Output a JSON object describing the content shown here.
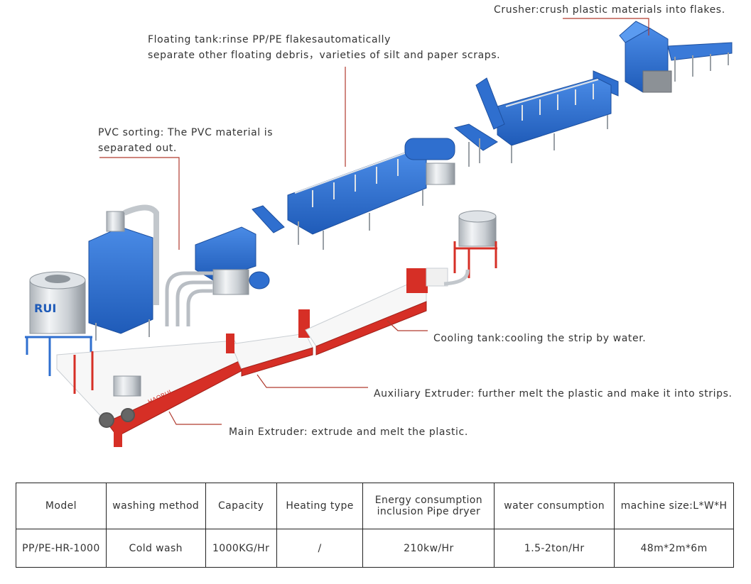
{
  "callouts": {
    "crusher": "Crusher:crush plastic materials into flakes.",
    "floating_line1": "Floating tank:rinse PP/PE flakesautomatically",
    "floating_line2": "separate other floating debris，varieties of silt and paper scraps.",
    "pvc_line1": "PVC sorting: The PVC material is",
    "pvc_line2": "separated out.",
    "cooling": "Cooling tank:cooling the strip by water.",
    "auxiliary": "Auxiliary Extruder: further melt the plastic and make it into strips.",
    "main": "Main Extruder: extrude and melt the plastic."
  },
  "brand": {
    "silo_text": "RUI",
    "extruder_text": "HAORUI"
  },
  "table": {
    "headers": {
      "model": "Model",
      "washing_method": "washing method",
      "capacity": "Capacity",
      "heating_type": "Heating type",
      "energy_line1": "Energy consumption",
      "energy_line2": "inclusion Pipe dryer",
      "water": "water consumption",
      "machine_size": "machine size:L*W*H"
    },
    "row": {
      "model": "PP/PE-HR-1000",
      "washing_method": "Cold wash",
      "capacity": "1000KG/Hr",
      "heating_type": "/",
      "energy": "210kw/Hr",
      "water": "1.5-2ton/Hr",
      "machine_size": "48m*2m*6m"
    }
  },
  "colors": {
    "machine_blue": "#2f6fcf",
    "machine_blue_dark": "#1d4f9e",
    "extruder_red": "#d62f26",
    "leader_line": "#b03a2e",
    "frame_grey": "#9aa0a6"
  }
}
